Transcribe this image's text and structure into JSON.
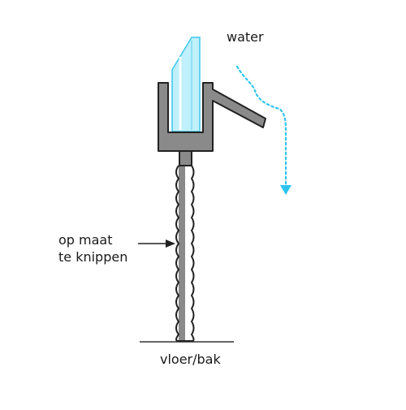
{
  "labels": {
    "water": "water",
    "cut_line1": "op maat",
    "cut_line2": "te knippen",
    "floor": "vloer/bak"
  },
  "colors": {
    "glass_fill": "#bff0fb",
    "glass_edge": "#3fc6ee",
    "profile_fill": "#8a8a8a",
    "outline": "#222222",
    "water_arrow": "#2fc4f0",
    "floor_line": "#333333"
  }
}
